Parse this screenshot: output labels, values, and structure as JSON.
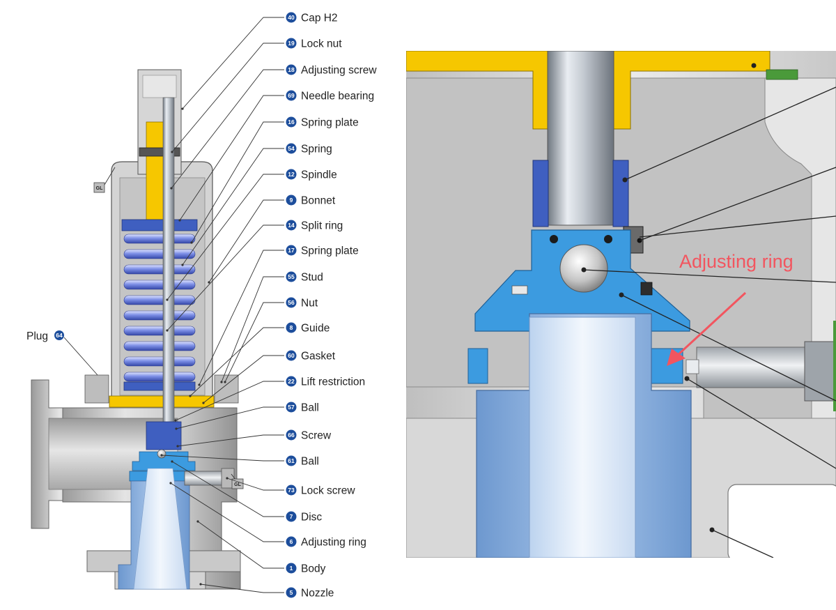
{
  "labels": [
    {
      "num": "40",
      "text": "Cap H2"
    },
    {
      "num": "19",
      "text": "Lock nut"
    },
    {
      "num": "18",
      "text": "Adjusting screw"
    },
    {
      "num": "69",
      "text": "Needle bearing"
    },
    {
      "num": "16",
      "text": "Spring plate"
    },
    {
      "num": "54",
      "text": "Spring"
    },
    {
      "num": "12",
      "text": "Spindle"
    },
    {
      "num": "9",
      "text": "Bonnet"
    },
    {
      "num": "14",
      "text": "Split ring"
    },
    {
      "num": "17",
      "text": "Spring plate"
    },
    {
      "num": "55",
      "text": "Stud"
    },
    {
      "num": "56",
      "text": "Nut"
    },
    {
      "num": "8",
      "text": "Guide"
    },
    {
      "num": "60",
      "text": "Gasket"
    },
    {
      "num": "22",
      "text": "Lift restriction"
    },
    {
      "num": "57",
      "text": "Ball"
    },
    {
      "num": "66",
      "text": "Screw"
    },
    {
      "num": "61",
      "text": "Ball"
    },
    {
      "num": "73",
      "text": "Lock screw"
    },
    {
      "num": "7",
      "text": "Disc"
    },
    {
      "num": "6",
      "text": "Adjusting ring"
    },
    {
      "num": "1",
      "text": "Body"
    },
    {
      "num": "5",
      "text": "Nozzle"
    }
  ],
  "plug_label": {
    "text": "Plug",
    "num": "64"
  },
  "gl_tag": "GL",
  "callout_text": "Adjusting ring",
  "colors": {
    "badge": "#1d4e9c",
    "yellow": "#f6c700",
    "blue_dark": "#3f5fc0",
    "blue_light": "#3c9be0",
    "nozzle": "#7ea9dc",
    "body_gray": "#d2d2d2",
    "callout": "#f2555f"
  }
}
